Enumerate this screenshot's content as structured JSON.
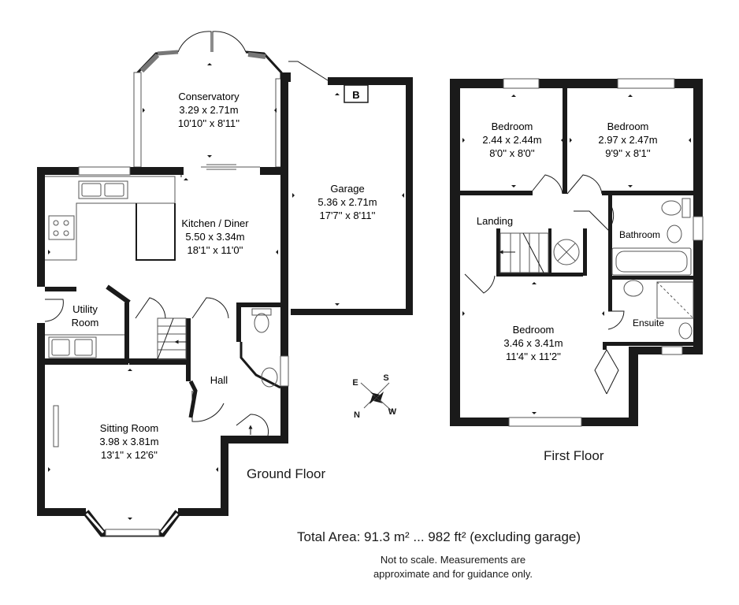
{
  "ground_floor": {
    "title": "Ground Floor",
    "rooms": {
      "conservatory": {
        "name": "Conservatory",
        "metric": "3.29 x 2.71m",
        "imperial": "10'10'' x 8'11''"
      },
      "kitchen": {
        "name": "Kitchen / Diner",
        "metric": "5.50 x 3.34m",
        "imperial": "18'1'' x 11'0''"
      },
      "garage": {
        "name": "Garage",
        "metric": "5.36 x 2.71m",
        "imperial": "17'7'' x 8'11''"
      },
      "utility": {
        "name_line1": "Utility",
        "name_line2": "Room"
      },
      "hall": {
        "name": "Hall"
      },
      "sitting": {
        "name": "Sitting Room",
        "metric": "3.98 x 3.81m",
        "imperial": "13'1'' x 12'6''"
      }
    },
    "boiler_label": "B"
  },
  "first_floor": {
    "title": "First Floor",
    "rooms": {
      "bedroom_left": {
        "name": "Bedroom",
        "metric": "2.44 x 2.44m",
        "imperial": "8'0'' x 8'0''"
      },
      "bedroom_right": {
        "name": "Bedroom",
        "metric": "2.97 x 2.47m",
        "imperial": "9'9'' x 8'1''"
      },
      "landing": {
        "name": "Landing"
      },
      "bathroom": {
        "name": "Bathroom"
      },
      "bedroom_main": {
        "name": "Bedroom",
        "metric": "3.46 x 3.41m",
        "imperial": "11'4'' x 11'2''"
      },
      "ensuite": {
        "name": "Ensuite"
      }
    }
  },
  "compass": {
    "e": "E",
    "s": "S",
    "n": "N",
    "w": "W"
  },
  "total_area": "Total Area: 91.3 m² ... 982 ft² (excluding garage)",
  "disclaimer_line1": "Not to scale. Measurements are",
  "disclaimer_line2": "approximate and for guidance only.",
  "colors": {
    "wall": "#1a1a1a",
    "fixture": "#555555",
    "window": "#999999"
  }
}
